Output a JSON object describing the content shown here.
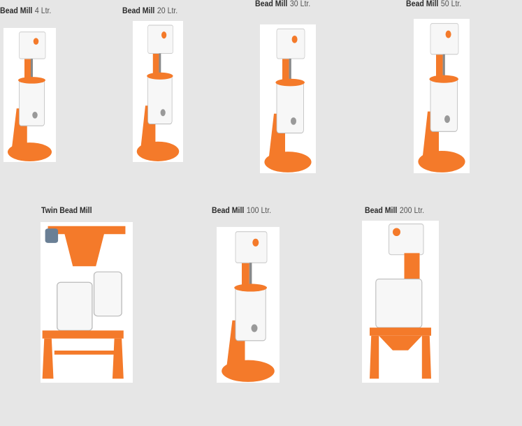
{
  "colors": {
    "orange": "#f47a2a",
    "white": "#f7f7f7",
    "background": "#e6e6e6"
  },
  "products": [
    {
      "name": "Bead Mill",
      "capacity": "4 Ltr."
    },
    {
      "name": "Bead Mill",
      "capacity": "20 Ltr."
    },
    {
      "name": "Bead Mill",
      "capacity": "30 Ltr."
    },
    {
      "name": "Bead Mill",
      "capacity": "50 Ltr."
    },
    {
      "name": "Twin Bead Mill",
      "capacity": ""
    },
    {
      "name": "Bead Mill",
      "capacity": "100 Ltr."
    },
    {
      "name": "Bead Mill",
      "capacity": "200 Ltr."
    }
  ]
}
